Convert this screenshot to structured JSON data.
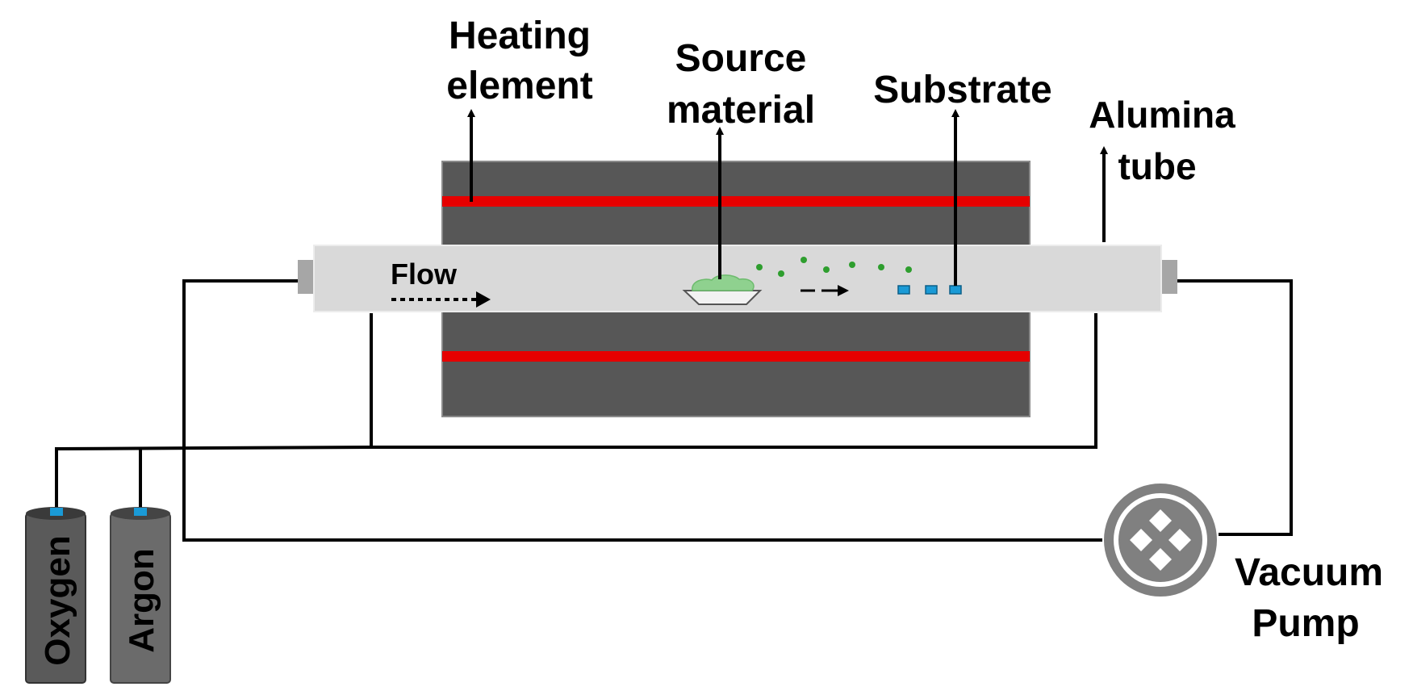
{
  "labels": {
    "heating_element_line1": "Heating",
    "heating_element_line2": "element",
    "source_material_line1": "Source",
    "source_material_line2": "material",
    "substrate": "Substrate",
    "alumina_tube_line1": "Alumina",
    "alumina_tube_line2": "tube",
    "flow": "Flow",
    "vacuum_pump_line1": "Vacuum",
    "vacuum_pump_line2": "Pump",
    "oxygen": "Oxygen",
    "argon": "Argon"
  },
  "colors": {
    "furnace": "#575757",
    "heating_element": "#e60000",
    "tube": "#d9d9d9",
    "source_material": "#8fd18f",
    "particles": "#2e9e2e",
    "substrate": "#1a9ad6",
    "gas_valve": "#1a9ad6",
    "pump": "#808080",
    "cylinder": "#5a5a5a"
  }
}
